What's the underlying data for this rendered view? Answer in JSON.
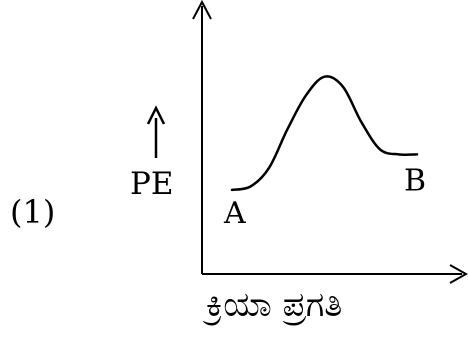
{
  "option_label": "(1)",
  "chart_data": {
    "type": "line",
    "xlabel": "ಕ್ರಿಯಾ ಪ್ರಗತಿ",
    "ylabel": "PE",
    "series": [
      {
        "points": [
          {
            "x": 0.0,
            "y": 0.32
          },
          {
            "x": 0.1,
            "y": 0.34
          },
          {
            "x": 0.2,
            "y": 0.45
          },
          {
            "x": 0.3,
            "y": 0.68
          },
          {
            "x": 0.4,
            "y": 0.88
          },
          {
            "x": 0.5,
            "y": 0.99
          },
          {
            "x": 0.6,
            "y": 0.93
          },
          {
            "x": 0.7,
            "y": 0.72
          },
          {
            "x": 0.8,
            "y": 0.56
          },
          {
            "x": 0.9,
            "y": 0.53
          },
          {
            "x": 1.0,
            "y": 0.53
          }
        ]
      }
    ],
    "annotations": [
      {
        "text": "A",
        "x": 0.0,
        "y": 0.32
      },
      {
        "text": "B",
        "x": 1.0,
        "y": 0.53
      }
    ],
    "grid": false,
    "legend": "none",
    "colors": {
      "line": "#000000",
      "axes": "#000000"
    }
  }
}
